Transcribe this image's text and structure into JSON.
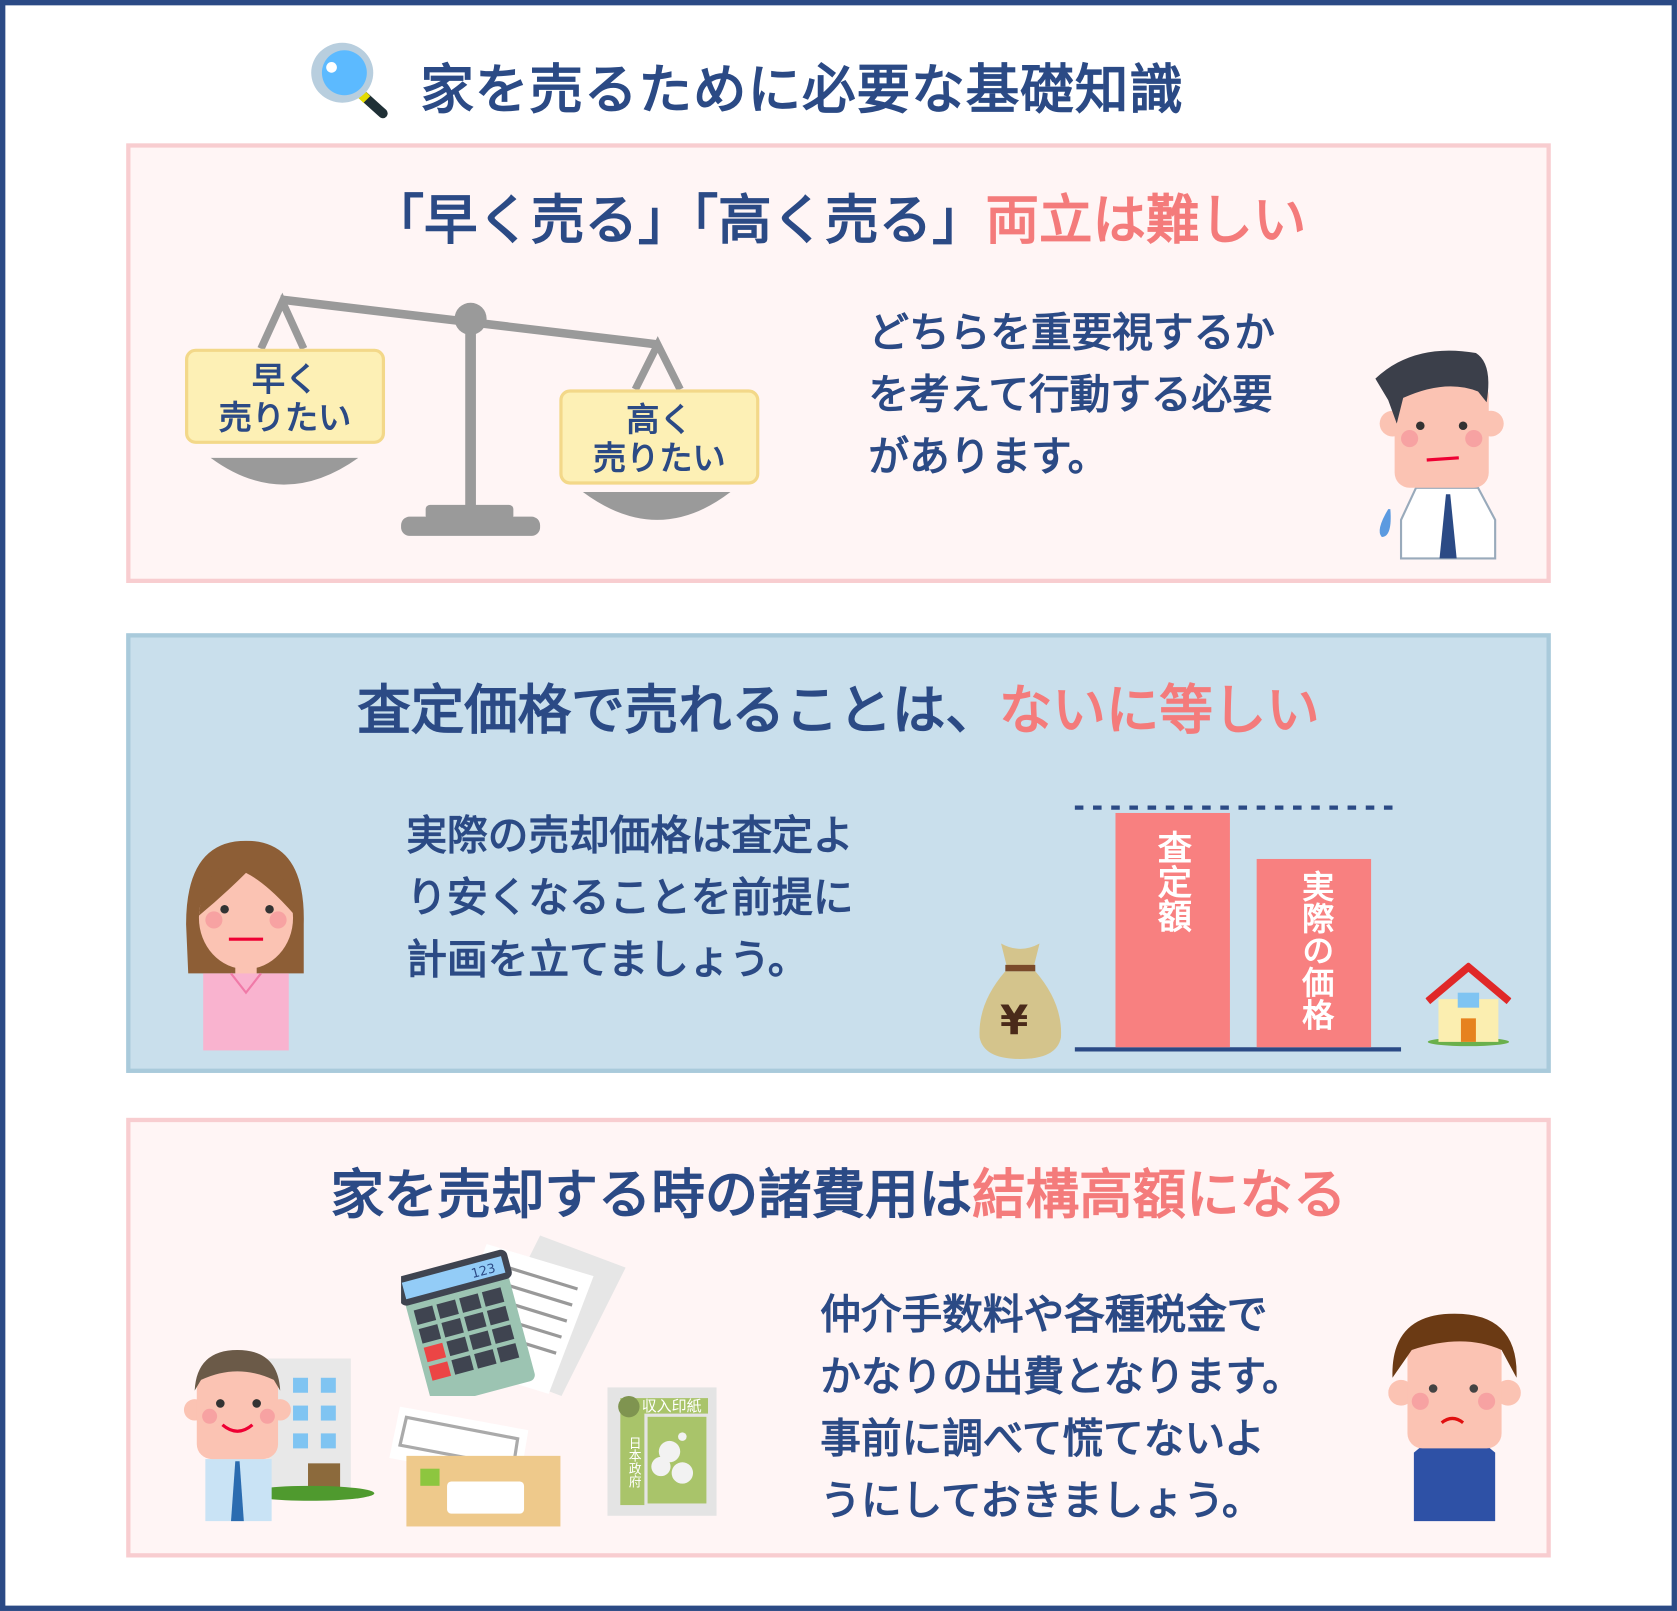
{
  "title": "家を売るために必要な基礎知識",
  "colors": {
    "navy": "#2b4a85",
    "accent_pink": "#f47b7b",
    "panel_pink": "#fff5f5",
    "panel_blue": "#c9dfec",
    "bar": "#f88080"
  },
  "icons": [
    "magnifier-icon"
  ],
  "sections": [
    {
      "heading_main": "「早く売る」「高く売る」",
      "heading_accent": "両立は難しい",
      "scale_left_label": "早く\n売りたい",
      "scale_right_label": "高く\n売りたい",
      "text": "どちらを重要視するか\nを考えて行動する必要\nがあります。"
    },
    {
      "heading_main": "査定価格で売れることは、",
      "heading_accent": "ないに等しい",
      "text": "実際の売却価格は査定よ\nり安くなることを前提に\n計画を立てましょう。",
      "bar_assessed": "査定額",
      "bar_actual": "実際の価格",
      "yen": "¥"
    },
    {
      "heading_main": "家を売却する時の諸費用は",
      "heading_accent": "結構高額になる",
      "text": "仲介手数料や各種税金で\nかなりの出費となります。\n事前に調べて慌てないよ\nうにしておきましょう。",
      "calculator_display": "123",
      "stamp_title": "収入印紙",
      "stamp_issuer": "日本政府"
    }
  ]
}
